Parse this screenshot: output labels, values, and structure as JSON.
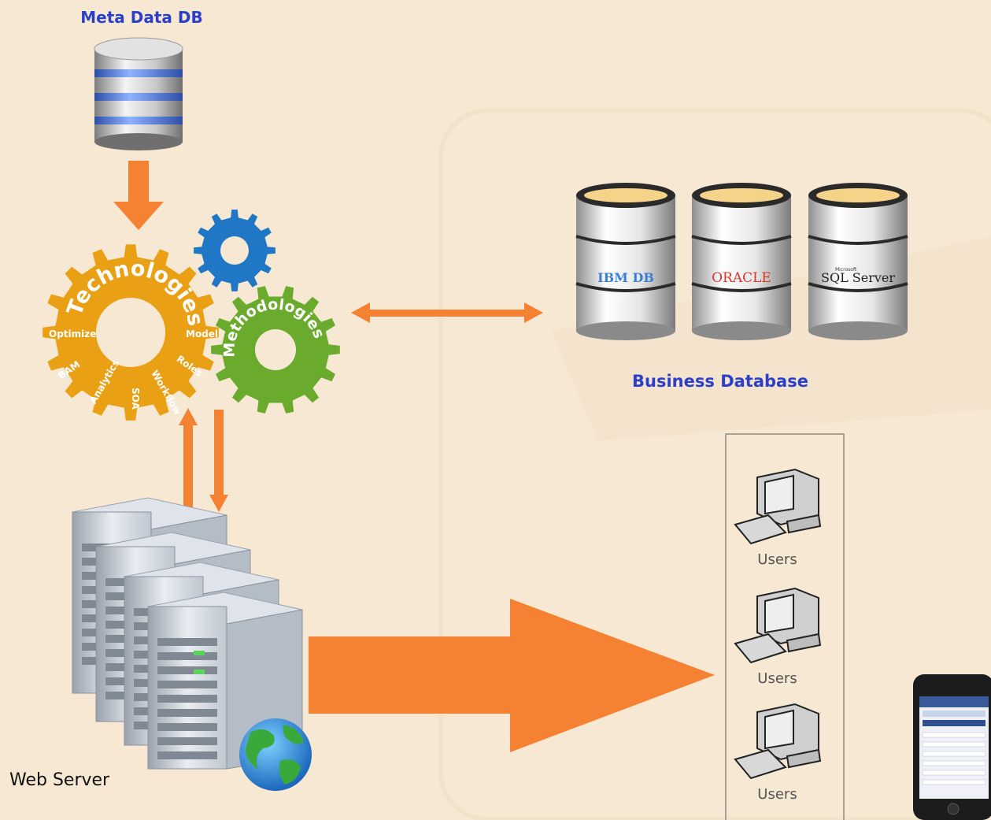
{
  "meta_db": {
    "title": "Meta Data DB"
  },
  "gears": {
    "technologies": "Technologies",
    "methodologies": "Methodologies",
    "sub_labels": [
      "Optimize",
      "Model",
      "Roles",
      "Workflow",
      "SOA",
      "Analytics",
      "BAM"
    ]
  },
  "business_db": {
    "title": "Business Database",
    "databases": [
      {
        "name": "IBM DB",
        "color": "#3a7fd5"
      },
      {
        "name": "ORACLE",
        "color": "#d8362b"
      },
      {
        "name": "SQL Server",
        "prefix": "Microsoft",
        "color": "#222222"
      }
    ]
  },
  "web_server": {
    "label": "Web Server"
  },
  "users": {
    "labels": [
      "Users",
      "Users",
      "Users"
    ]
  },
  "colors": {
    "background": "#f6e8d3",
    "arrow": "#f58233",
    "title_blue": "#2b3fc9",
    "gear_orange": "#eaa015",
    "gear_green": "#6aab2e",
    "gear_blue": "#1f77c5"
  }
}
